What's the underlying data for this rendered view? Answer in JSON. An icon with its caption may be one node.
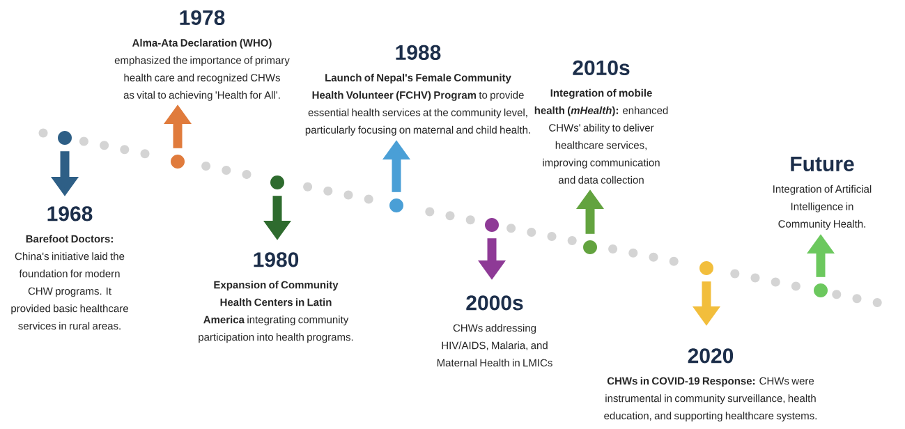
{
  "diagram": {
    "nodes": [
      {
        "text": [],
        "shape": "circle"
      },
      {
        "text": [
          "1968",
          "Barefoot Doctors:",
          "China's initiative laid the foundation for modern CHW programs. It provided basic healthcare services in rural areas."
        ]
      },
      {
        "text": [],
        "shape": "circle"
      },
      {
        "text": [
          "1978",
          "Alma-Ata Declaration (WHO)",
          "emphasized the importance of primary health care and recognized CHWs as vital to achieving 'Health for All'."
        ]
      },
      {
        "text": [],
        "shape": "circle"
      },
      {
        "text": [
          "1980",
          "**Expansion of Community Health Centers in Latin America** integrating community participation into health programs."
        ]
      },
      {
        "text": [],
        "shape": "circle"
      },
      {
        "text": [
          "1988",
          "**Launch of Nepal's Female Community Health Volunteer (FCHV) Program** to provide essential health services at the community level, particularly focusing on maternal and child health."
        ]
      },
      {
        "text": [],
        "shape": "circle"
      },
      {
        "text": [
          "2000s",
          "CHWs addressing HIV/AIDS, Malaria, and Maternal Health in LMICs"
        ]
      },
      {
        "text": [],
        "shape": "circle"
      },
      {
        "text": [
          "2010s",
          "**Integration of mobile health (*mHealth*):** enhanced CHWs' ability to deliver healthcare services, improving communication and data collection"
        ]
      },
      {
        "text": [],
        "shape": "circle"
      },
      {
        "text": [
          "2020",
          "**CHWs in COVID-19 Response:** CHWs were instrumental in community surveillance, health education, and supporting healthcare systems."
        ]
      },
      {
        "text": [],
        "shape": "circle"
      },
      {
        "text": [
          "Future",
          "Integration of Artificial Intelligence in Community Health."
        ]
      }
    ],
    "edges": [
      {
        "from": 0,
        "to": 1,
        "arrow": "to",
        "color": "#2e5f86"
      },
      {
        "from": 2,
        "to": 3,
        "arrow": "to",
        "color": "#e07b3c"
      },
      {
        "from": 4,
        "to": 5,
        "arrow": "to",
        "color": "#2e6b2e"
      },
      {
        "from": 6,
        "to": 7,
        "arrow": "to",
        "color": "#4a9fd6"
      },
      {
        "from": 8,
        "to": 9,
        "arrow": "to",
        "color": "#8e3a96"
      },
      {
        "from": 10,
        "to": 11,
        "arrow": "to",
        "color": "#63a33f"
      },
      {
        "from": 12,
        "to": 13,
        "arrow": "to",
        "color": "#f2be3c"
      },
      {
        "from": 14,
        "to": 15,
        "arrow": "to",
        "color": "#6cc85e"
      }
    ]
  }
}
